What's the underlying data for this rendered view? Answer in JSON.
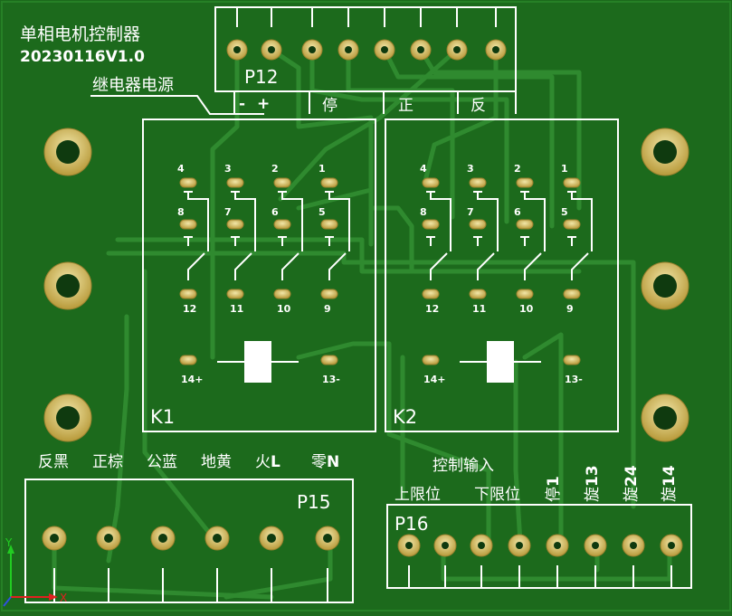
{
  "board": {
    "title": "单相电机控制器",
    "version": "20230116V1.0",
    "relay_power_label": "继电器电源",
    "colors": {
      "pcb": "#1c6a1c",
      "trace": "#2f8a2f",
      "silk": "#ffffff",
      "pad": "#c8b45a"
    }
  },
  "p12": {
    "name": "P12",
    "pin_labels": [
      "-",
      "+",
      "停",
      "正",
      "反"
    ]
  },
  "relays": [
    {
      "name": "K1",
      "top_pins": [
        "4",
        "3",
        "2",
        "1"
      ],
      "mid_pins": [
        "8",
        "7",
        "6",
        "5"
      ],
      "bottom_pins": [
        "12",
        "11",
        "10",
        "9"
      ],
      "coil_left": "14+",
      "coil_right": "13-"
    },
    {
      "name": "K2",
      "top_pins": [
        "4",
        "3",
        "2",
        "1"
      ],
      "mid_pins": [
        "8",
        "7",
        "6",
        "5"
      ],
      "bottom_pins": [
        "12",
        "11",
        "10",
        "9"
      ],
      "coil_left": "14+",
      "coil_right": "13-"
    }
  ],
  "p15": {
    "name": "P15",
    "labels": [
      {
        "text": "反黑",
        "bold": ""
      },
      {
        "text": "正棕",
        "bold": ""
      },
      {
        "text": "公蓝",
        "bold": ""
      },
      {
        "text": "地黄",
        "bold": ""
      },
      {
        "text": "火",
        "bold": "L"
      },
      {
        "text": "零",
        "bold": "N"
      }
    ]
  },
  "p16": {
    "name": "P16",
    "group_label": "控制输入",
    "labels_horizontal": [
      "上限位",
      "下限位"
    ],
    "labels_vertical": [
      {
        "text": "停",
        "bold": "1"
      },
      {
        "text": "旋",
        "bold": "13"
      },
      {
        "text": "旋",
        "bold": "24"
      },
      {
        "text": "旋",
        "bold": "14"
      }
    ]
  },
  "axes": {
    "y": "Y",
    "x": "X"
  }
}
